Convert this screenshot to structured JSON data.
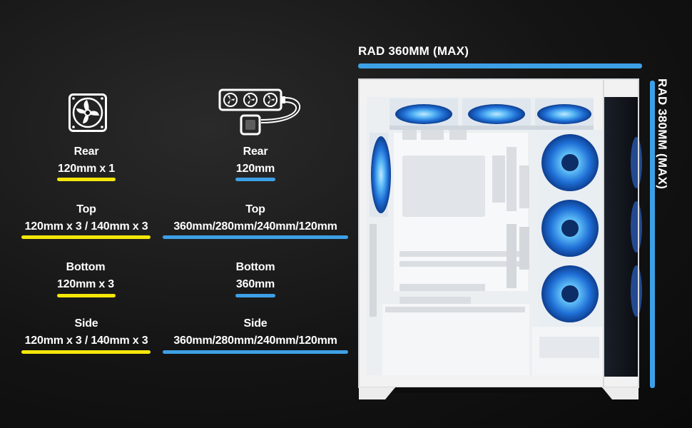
{
  "fan_support": {
    "rear": {
      "title": "Rear",
      "value": "120mm x 1"
    },
    "top": {
      "title": "Top",
      "value": "120mm x 3 / 140mm x 3"
    },
    "bottom": {
      "title": "Bottom",
      "value": "120mm x 3"
    },
    "side": {
      "title": "Side",
      "value": "120mm x 3 / 140mm x 3"
    },
    "icon": "case-fan-icon",
    "accent": "#f5e60a"
  },
  "radiator_support": {
    "rear": {
      "title": "Rear",
      "value": "120mm"
    },
    "top": {
      "title": "Top",
      "value": "360mm/280mm/240mm/120mm"
    },
    "bottom": {
      "title": "Bottom",
      "value": "360mm"
    },
    "side": {
      "title": "Side",
      "value": "360mm/280mm/240mm/120mm"
    },
    "icon": "liquid-cooler-icon",
    "accent": "#3da0e6"
  },
  "dimensions": {
    "top_label": "RAD 360MM (MAX)",
    "side_label": "RAD 380MM (MAX)"
  },
  "product": {
    "image": "white-pc-case-with-blue-rgb-fans"
  }
}
